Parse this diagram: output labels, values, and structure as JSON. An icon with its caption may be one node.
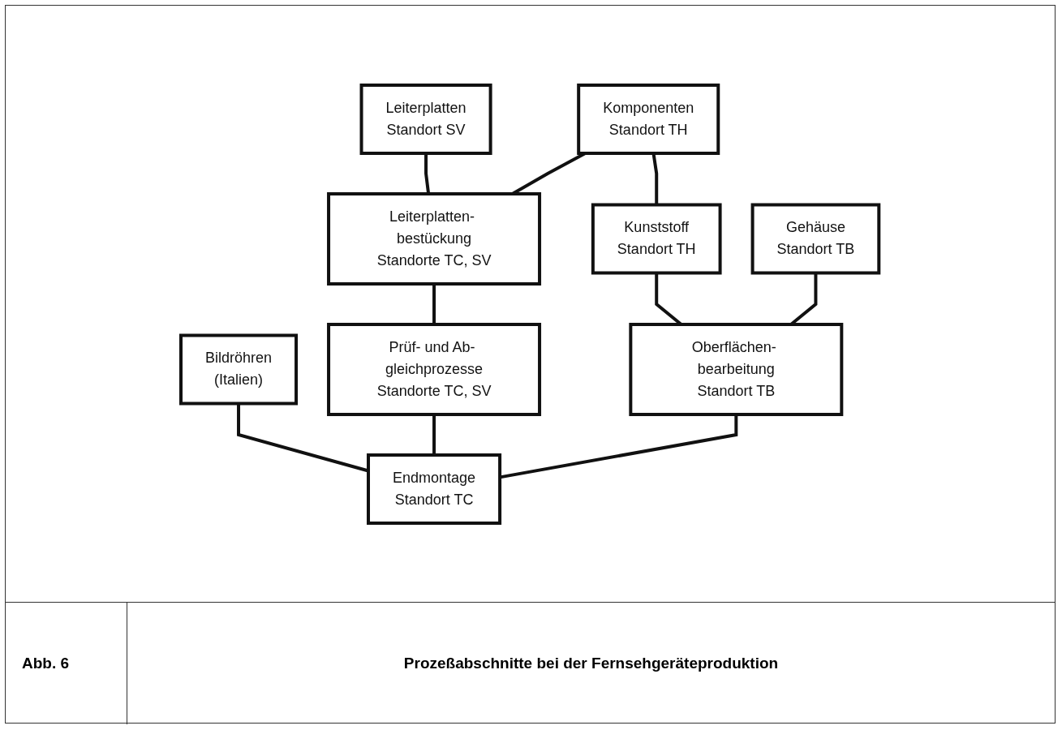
{
  "diagram": {
    "caption": "Prozeßabschnitte bei der Fernsehgeräteproduktion",
    "nodes": [
      {
        "text": [
          "Bildröhren",
          "(Italien)"
        ]
      },
      {
        "text": [
          "Leiterplatten",
          "Standort SV"
        ]
      },
      {
        "text": [
          "Komponenten",
          "Standort TH"
        ]
      },
      {
        "text": [
          "Kunststoff",
          "Standort TH"
        ]
      },
      {
        "text": [
          "Gehäuse",
          "Standort TB"
        ]
      },
      {
        "text": [
          "Leiterplatten- bestückung",
          "Standorte TC, SV"
        ]
      },
      {
        "text": [
          "Oberflächen- bearbeitung",
          "Standort TB"
        ]
      },
      {
        "text": [
          "Prüf- und Ab- gleichprozesse",
          "Standorte TC, SV"
        ]
      },
      {
        "text": [
          "Endmontage",
          "Standort TC"
        ]
      }
    ],
    "edges": [
      {
        "from": 1,
        "to": 5,
        "arrow": "none"
      },
      {
        "from": 2,
        "to": 5,
        "arrow": "none"
      },
      {
        "from": 2,
        "to": 3,
        "arrow": "none"
      },
      {
        "from": 3,
        "to": 6,
        "arrow": "none"
      },
      {
        "from": 4,
        "to": 6,
        "arrow": "none"
      },
      {
        "from": 5,
        "to": 7,
        "arrow": "none"
      },
      {
        "from": 0,
        "to": 8,
        "arrow": "none"
      },
      {
        "from": 7,
        "to": 8,
        "arrow": "none"
      },
      {
        "from": 6,
        "to": 8,
        "arrow": "none"
      }
    ],
    "labels": [
      "Abb. 6"
    ]
  }
}
